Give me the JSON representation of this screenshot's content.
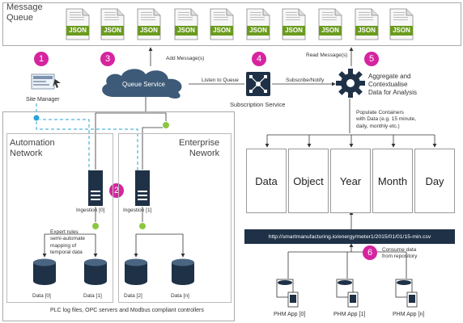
{
  "message_queue": {
    "title_line1": "Message",
    "title_line2": "Queue",
    "file_label": "JSON"
  },
  "badges": [
    "1",
    "2",
    "3",
    "4",
    "5",
    "6"
  ],
  "labels": {
    "site_manager": "Site Manager",
    "queue_service": "Queue Service",
    "add_messages": "Add Message(s)",
    "listen_to_queue": "Listen to Queue",
    "subscription_service": "Subscription Service",
    "read_messages": "Read Message(s)",
    "subscribe_notify": "Subscribe/Notify",
    "aggregate_line1": "Aggregate and",
    "aggregate_line2": "Contextualise",
    "aggregate_line3": "Data for Analysis",
    "populate_line1": "Populate Containers",
    "populate_line2": "with Data (e.g. 15 minute,",
    "populate_line3": "daily, monthly etc.)",
    "automation_line1": "Automation",
    "automation_line2": "Network",
    "enterprise_line1": "Enterprise",
    "enterprise_line2": "Nework",
    "ingestion_0": "Ingestion [0]",
    "ingestion_1": "Ingestion [1]",
    "expert_line1": "Expert rules",
    "expert_line2": "semi-automate",
    "expert_line3": "mapping of",
    "expert_line4": "temporal data",
    "data_0": "Data [0]",
    "data_1": "Data [1]",
    "data_2": "Data [2]",
    "data_n": "Data [n]",
    "plc_footer": "PLC log files, OPC servers and Modbus compliant controllers",
    "url": "http://smartmanufacturing.io/energy/meter1/2015/01/01/15-min.csv",
    "consume_line1": "Consume data",
    "consume_line2": "from repository",
    "phm_0": "PHM App [0]",
    "phm_1": "PHM App [1]",
    "phm_n": "PHM App [n]"
  },
  "containers": [
    "Data",
    "Object",
    "Year",
    "Month",
    "Day"
  ],
  "colors": {
    "badge": "#d6249f",
    "json_green": "#6a9b1e",
    "dashed_link": "#29a3d6",
    "green_node": "#8cc63f",
    "dark_navy": "#1f3146",
    "cloud": "#3d5a78"
  }
}
